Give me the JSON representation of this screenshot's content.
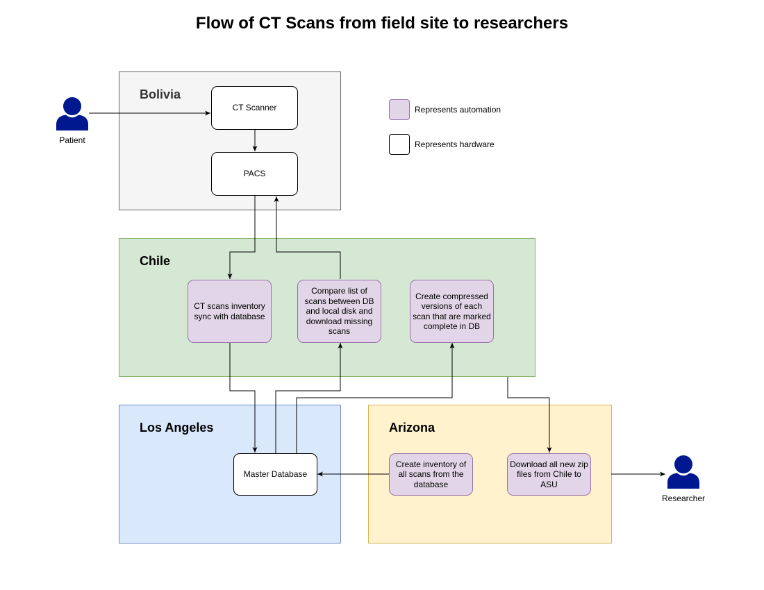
{
  "title": "Flow of CT Scans from field site to researchers",
  "regions": {
    "bolivia": {
      "label": "Bolivia",
      "fill": "#f5f5f5",
      "stroke": "#666666"
    },
    "chile": {
      "label": "Chile",
      "fill": "#d5e8d4",
      "stroke": "#82b366"
    },
    "los_angeles": {
      "label": "Los Angeles",
      "fill": "#dae8fc",
      "stroke": "#6c8ebf"
    },
    "arizona": {
      "label": "Arizona",
      "fill": "#fff2cc",
      "stroke": "#d6b656"
    }
  },
  "nodes": {
    "ct_scanner": "CT Scanner",
    "pacs": "PACS",
    "inventory_sync": "CT scans inventory sync with database",
    "compare_scans": "Compare list of scans between DB and local disk and download missing scans",
    "compress_scans": "Create compressed versions of each scan that are marked complete in DB",
    "master_db": "Master Database",
    "create_inventory": "Create inventory of all scans from the database",
    "download_zip": "Download all new zip files from Chile to ASU"
  },
  "actors": {
    "patient": "Patient",
    "researcher": "Researcher",
    "color": "#00188f"
  },
  "legend": {
    "automation": "Represents automation",
    "hardware": "Represents hardware",
    "automation_color": "#e1d5e7",
    "automation_stroke": "#9673a6"
  }
}
